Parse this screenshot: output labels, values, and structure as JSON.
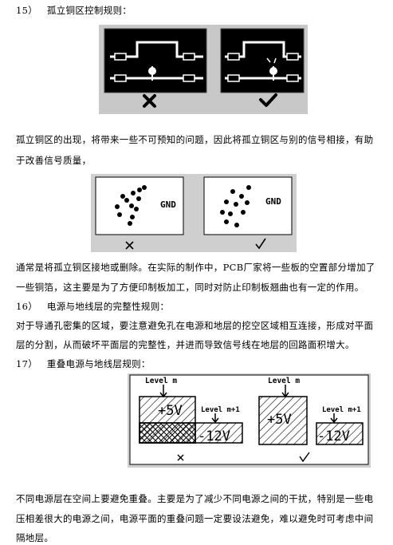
{
  "section15": {
    "number": "15）",
    "title": "孤立铜区控制规则："
  },
  "para1": {
    "line1": "孤立铜区的出现，将带来一些不可预知的问题，因此将孤立铜区与别的信号相接，有助",
    "line2": "于改善信号质量，"
  },
  "fig2": {
    "label": "GND"
  },
  "para2": {
    "line1": "通常是将孤立铜区接地或删除。在实际的制作中，PCB厂家将一些板的空置部分增加了",
    "line2": "一些铜箔，这主要是为了方便印制板加工，同时对防止印制板翘曲也有一定的作用。"
  },
  "section16": {
    "number": "16）",
    "title": "电源与地线层的完整性规则：",
    "line1": "对于导通孔密集的区域，要注意避免孔在电源和地层的挖空区域相互连接，形成对平面",
    "line2": "层的分割，从而破坏平面层的完整性，并进而导致信号线在地层的回路面积增大。"
  },
  "section17": {
    "number": "17）",
    "title": "重叠电源与地线层规则："
  },
  "fig3": {
    "left": {
      "level_top": "Level m",
      "level_bottom": "Level m+1",
      "v_top": "+5V",
      "v_bottom": "-12V"
    },
    "right": {
      "level_top": "Level m",
      "level_bottom": "Level m+1",
      "v_top": "+5V",
      "v_bottom": "-12V"
    }
  },
  "para3": {
    "line1": "不同电源层在空间上要避免重叠。主要是为了减少不同电源之间的干扰，特别是一些电",
    "line2": "压相差很大的电源之间，电源平面的重叠问题一定要设法避免，难以避免时可考虑中间",
    "line3": "隔地层。"
  }
}
